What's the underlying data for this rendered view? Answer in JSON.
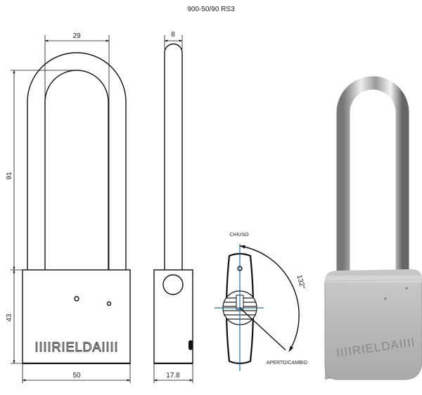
{
  "title": "900-50/90 RS3",
  "dimensions": {
    "shackle_inner_width": "29",
    "shackle_diameter": "8",
    "shackle_height": "91",
    "body_height": "43",
    "body_width": "50",
    "body_depth": "17.8"
  },
  "key_diagram": {
    "closed_label": "CHIUSO",
    "open_label": "APERTO/CAMBIO",
    "angle": "132°"
  },
  "brand": "IIIIRIELDAIIII"
}
